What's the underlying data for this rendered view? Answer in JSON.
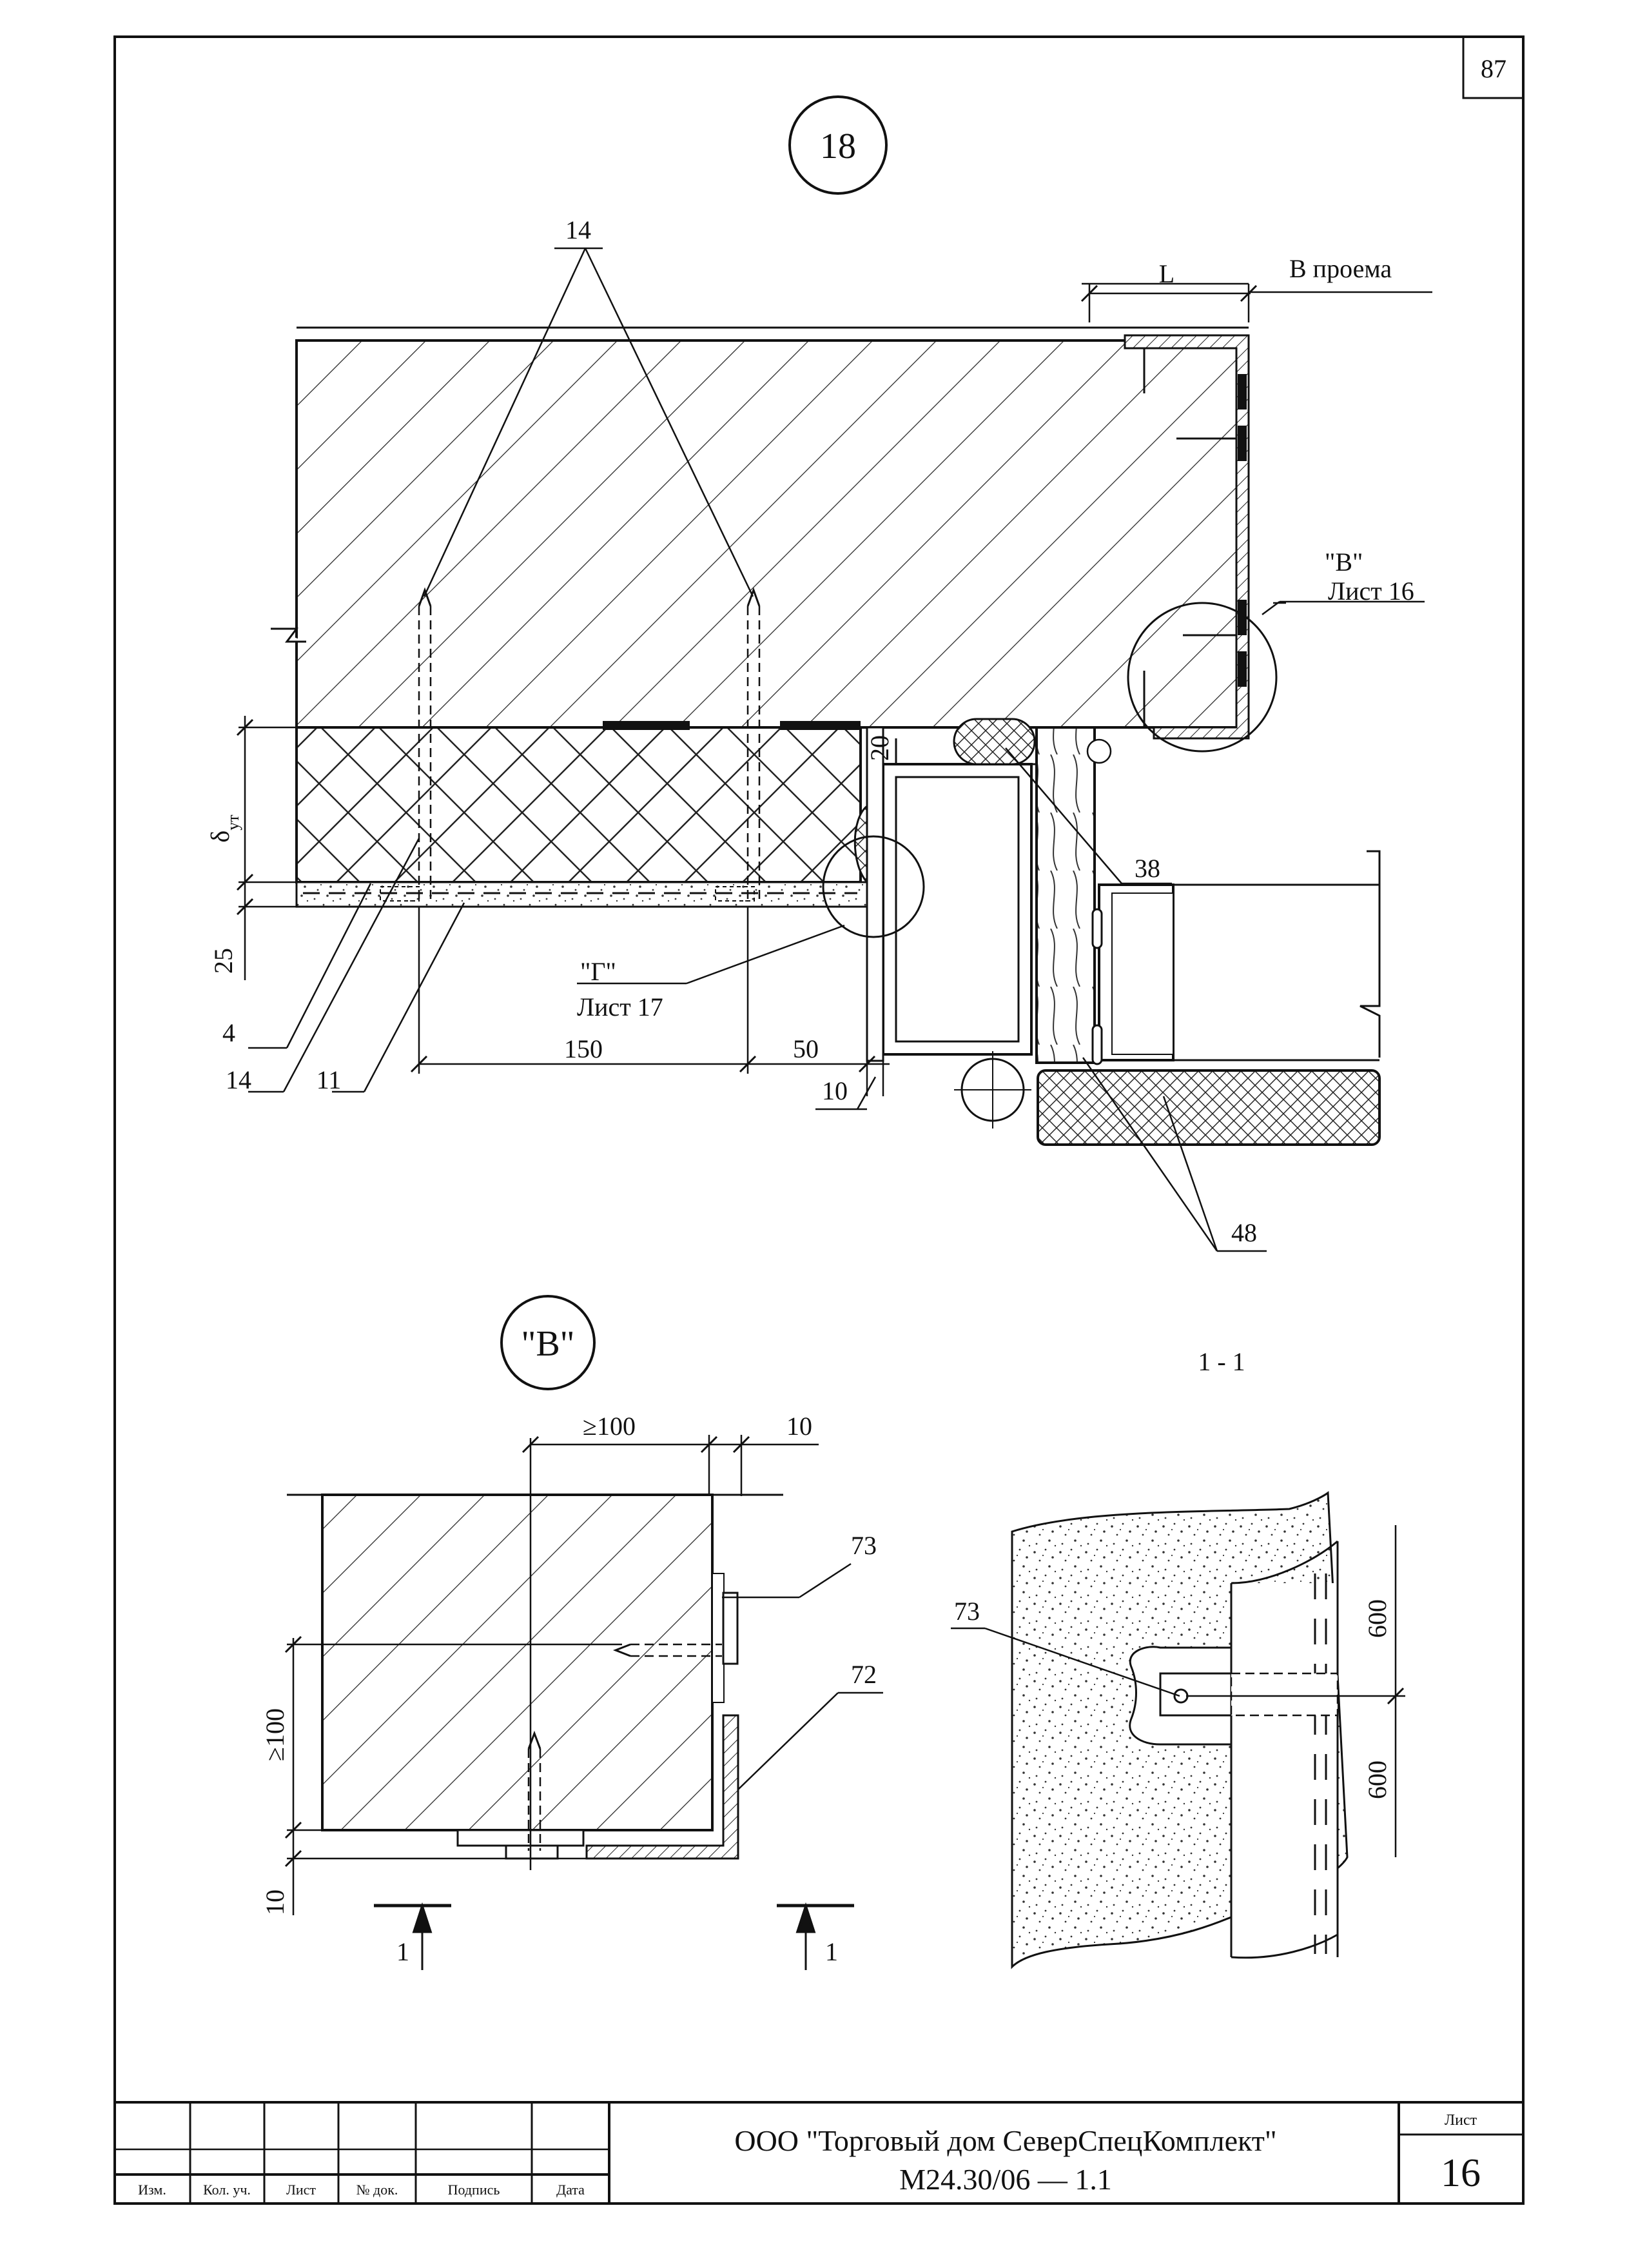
{
  "page_number": "87",
  "details": {
    "main_marker": "18",
    "detail_marker": "\"В\"",
    "section_title": "1 - 1"
  },
  "callouts": {
    "c14_top": "14",
    "dim_L": "L",
    "opening_note": "В проема",
    "ref_B": "\"В\"",
    "ref_B_sheet": "Лист 16",
    "ref_G": "\"Г\"",
    "ref_G_sheet": "Лист 17",
    "c38": "38",
    "c48": "48",
    "c4": "4",
    "c14_bottom": "14",
    "c11": "11",
    "c73_detail": "73",
    "c72_detail": "72",
    "c73_section": "73"
  },
  "dimensions": {
    "d_ut_base": "δ",
    "d_ut_sub": "ут",
    "d25": "25",
    "d150": "150",
    "d50": "50",
    "d10_main": "10",
    "d20": "20",
    "ge100_top": "≥100",
    "d10_top": "10",
    "ge100_side": "≥100",
    "d10_side": "10",
    "d600_top": "600",
    "d600_bottom": "600"
  },
  "section_marks": {
    "left": "1",
    "right": "1"
  },
  "title_block": {
    "headers": [
      "Изм.",
      "Кол. уч.",
      "Лист",
      "№ док.",
      "Подпись",
      "Дата"
    ],
    "organization": "ООО \"Торговый дом СеверСпецКомплект\"",
    "document_code": "М24.30/06 — 1.1",
    "sheet_label": "Лист",
    "sheet_number": "16"
  }
}
